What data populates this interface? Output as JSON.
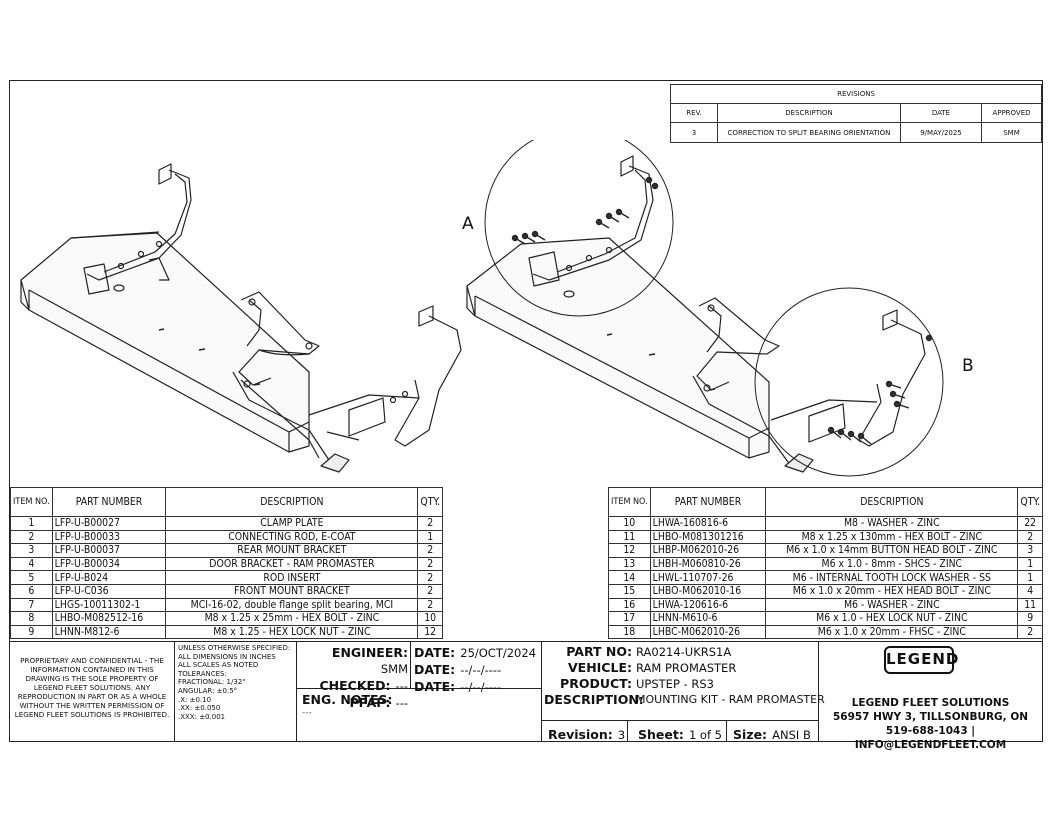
{
  "revisions": {
    "title": "REVISIONS",
    "headers": [
      "REV.",
      "DESCRIPTION",
      "DATE",
      "APPROVED"
    ],
    "rows": [
      {
        "rev": "3",
        "description": "CORRECTION TO SPLIT BEARING ORIENTATION",
        "date": "9/MAY/2025",
        "approved": "SMM"
      }
    ]
  },
  "drawing": {
    "callout_a": "A",
    "callout_b": "B"
  },
  "bom_left": {
    "headers": {
      "item": "ITEM NO.",
      "part": "PART NUMBER",
      "desc": "DESCRIPTION",
      "qty": "QTY."
    },
    "rows": [
      {
        "item": "1",
        "part": "LFP-U-B00027",
        "desc": "CLAMP PLATE",
        "qty": "2"
      },
      {
        "item": "2",
        "part": "LFP-U-B00033",
        "desc": "CONNECTING ROD, E-COAT",
        "qty": "1"
      },
      {
        "item": "3",
        "part": "LFP-U-B00037",
        "desc": "REAR MOUNT BRACKET",
        "qty": "2"
      },
      {
        "item": "4",
        "part": "LFP-U-B00034",
        "desc": "DOOR BRACKET - RAM PROMASTER",
        "qty": "2"
      },
      {
        "item": "5",
        "part": "LFP-U-B024",
        "desc": "ROD INSERT",
        "qty": "2"
      },
      {
        "item": "6",
        "part": "LFP-U-C036",
        "desc": "FRONT MOUNT BRACKET",
        "qty": "2"
      },
      {
        "item": "7",
        "part": "LHGS-10011302-1",
        "desc": "MCI-16-02, double flange split bearing, MCI",
        "qty": "2"
      },
      {
        "item": "8",
        "part": "LHBO-M082512-16",
        "desc": "M8 x 1.25 x 25mm - HEX BOLT - ZINC",
        "qty": "10"
      },
      {
        "item": "9",
        "part": "LHNN-M812-6",
        "desc": "M8 x 1.25 - HEX LOCK NUT - ZINC",
        "qty": "12"
      }
    ]
  },
  "bom_right": {
    "headers": {
      "item": "ITEM NO.",
      "part": "PART NUMBER",
      "desc": "DESCRIPTION",
      "qty": "QTY."
    },
    "rows": [
      {
        "item": "10",
        "part": "LHWA-160816-6",
        "desc": "M8 - WASHER - ZINC",
        "qty": "22"
      },
      {
        "item": "11",
        "part": "LHBO-M081301216",
        "desc": "M8 x 1.25 x 130mm - HEX BOLT - ZINC",
        "qty": "2"
      },
      {
        "item": "12",
        "part": "LHBP-M062010-26",
        "desc": "M6 x 1.0 x 14mm BUTTON HEAD BOLT - ZINC",
        "qty": "3"
      },
      {
        "item": "13",
        "part": "LHBH-M060810-26",
        "desc": "M6 x 1.0 - 8mm - SHCS - ZINC",
        "qty": "1"
      },
      {
        "item": "14",
        "part": "LHWL-110707-26",
        "desc": "M6 - INTERNAL TOOTH LOCK WASHER - SS",
        "qty": "1"
      },
      {
        "item": "15",
        "part": "LHBO-M062010-16",
        "desc": "M6 x 1.0 x 20mm - HEX HEAD BOLT - ZINC",
        "qty": "4"
      },
      {
        "item": "16",
        "part": "LHWA-120616-6",
        "desc": "M6 - WASHER - ZINC",
        "qty": "11"
      },
      {
        "item": "17",
        "part": "LHNN-M610-6",
        "desc": "M6 x 1.0 - HEX LOCK NUT - ZINC",
        "qty": "9"
      },
      {
        "item": "18",
        "part": "LHBC-M062010-26",
        "desc": "M6 x 1.0 x 20mm - FHSC - ZINC",
        "qty": "2"
      }
    ]
  },
  "titleblock": {
    "proprietary": "PROPRIETARY AND CONFIDENTIAL - THE INFORMATION CONTAINED IN THIS DRAWING IS THE SOLE PROPERTY OF LEGEND FLEET SOLUTIONS. ANY REPRODUCTION IN PART OR AS A WHOLE WITHOUT THE WRITTEN PERMISSION OF LEGEND FLEET SOLUTIONS IS PROHIBITED.",
    "tolerances": [
      "UNLESS OTHERWISE SPECIFIED:",
      "ALL DIMENSIONS IN INCHES",
      "ALL SCALES AS NOTED",
      "TOLERANCES:",
      "FRACTIONAL: 1/32\"",
      "ANGULAR: ±0.5°",
      ".X:  ±0.10",
      ".XX:  ±0.050",
      ".XXX:  ±0.001"
    ],
    "engineer_label": "ENGINEER:",
    "engineer_value": "SMM",
    "checked_label": "CHECKED:",
    "checked_value": "---",
    "ppap_label": "PPAP:",
    "ppap_value": "---",
    "date1_label": "DATE:",
    "date1_value": "25/OCT/2024",
    "date2_label": "DATE:",
    "date2_value": "--/--/----",
    "date3_label": "DATE:",
    "date3_value": "--/--/----",
    "eng_notes_label": "ENG. NOTES:",
    "eng_notes_value": "---",
    "part_no_label": "PART NO:",
    "part_no_value": "RA0214-UKRS1A",
    "vehicle_label": "VEHICLE:",
    "vehicle_value": "RAM PROMASTER",
    "product_label": "PRODUCT:",
    "product_value": "UPSTEP - RS3",
    "description_label": "DESCRIPTION:",
    "description_value": "MOUNTING KIT - RAM PROMASTER",
    "revision_label": "Revision:",
    "revision_value": "3",
    "sheet_label": "Sheet:",
    "sheet_value": "1 of 5",
    "size_label": "Size:",
    "size_value": "ANSI B",
    "logo_text": "LEGEND",
    "company_name": "LEGEND FLEET SOLUTIONS",
    "company_address": "56957 HWY 3, TILLSONBURG, ON",
    "company_contact": "519-688-1043 | INFO@LEGENDFLEET.COM"
  }
}
